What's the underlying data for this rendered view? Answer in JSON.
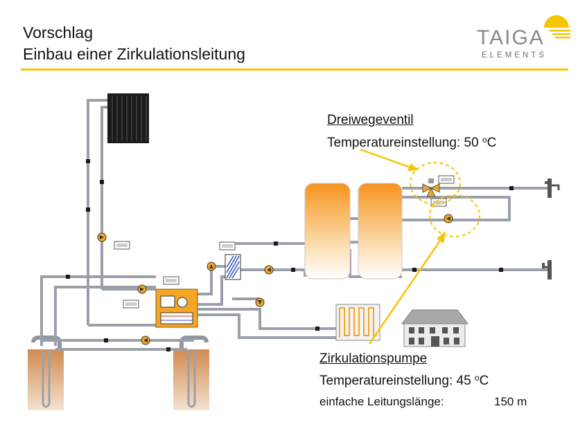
{
  "header": {
    "title_line1": "Vorschlag",
    "title_line2": "Einbau einer Zirkulationsleitung",
    "logo_main": "TAIGA",
    "logo_sub": "ELEMENTS"
  },
  "annotations": {
    "valve": {
      "heading": "Dreiwegeventil",
      "setting_label": "Temperatureinstellung: 50 ",
      "setting_degree": "o",
      "setting_unit": "C"
    },
    "pump": {
      "heading": "Zirkulationspumpe",
      "setting_label": "Temperatureinstellung: 45 ",
      "setting_degree": "o",
      "setting_unit": "C",
      "length_label": "einfache Leitungslänge:",
      "length_value": "150 m"
    }
  },
  "colors": {
    "accent_yellow": "#f7c400",
    "tank_orange": "#f7931e",
    "pipe": "#9aa0aa",
    "heat_pump_orange": "#f5a623",
    "ground": "#c9844a",
    "radiator": "#1a1a1a"
  }
}
